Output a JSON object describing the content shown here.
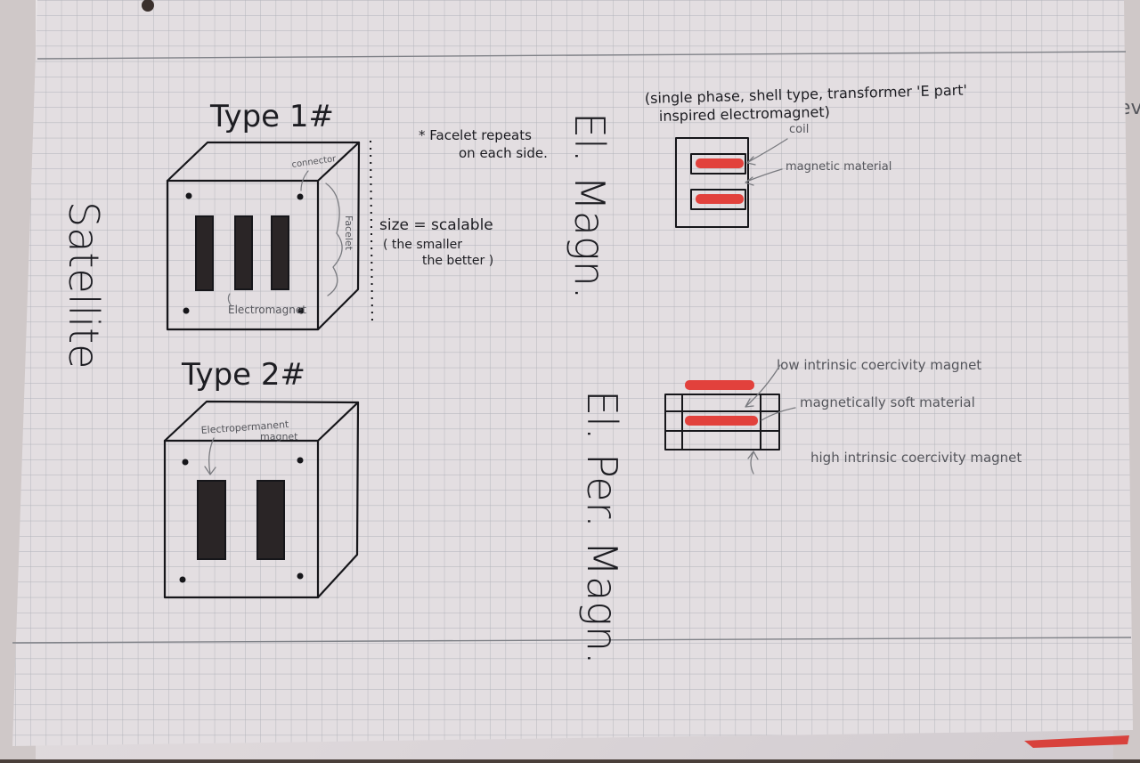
{
  "colors": {
    "paper": "#e2dde0",
    "grid": "#9ea2ab",
    "ink": "#16161a",
    "pencil": "#6e6f74",
    "red_marker": "#e2413c",
    "margin_line": "#7f8187"
  },
  "sideways": {
    "satellite": "Satellite",
    "el_magn": "El. Magn.",
    "el_per_magn": "El. Per. Magn."
  },
  "type1": {
    "title": "Type 1#",
    "label_connector": "connector",
    "label_facelet": "Facelet",
    "label_electromagnet": "Electromagnet"
  },
  "type2": {
    "title": "Type 2#",
    "label_line1": "Electropermanent",
    "label_line2": "magnet"
  },
  "notes": {
    "facelet_line1": "* Facelet repeats",
    "facelet_line2": "on each side.",
    "size_line1": "size = scalable",
    "size_line2": "( the smaller",
    "size_line3": "the better )"
  },
  "em_diagram": {
    "caption_line1": "(single phase, shell type, transformer 'E part'",
    "caption_line2": "inspired electromagnet)",
    "coil": "coil",
    "magnetic_material": "magnetic material"
  },
  "epm_diagram": {
    "low": "low intrinsic coercivity magnet",
    "soft": "magnetically soft material",
    "high": "high intrinsic coercivity magnet"
  }
}
